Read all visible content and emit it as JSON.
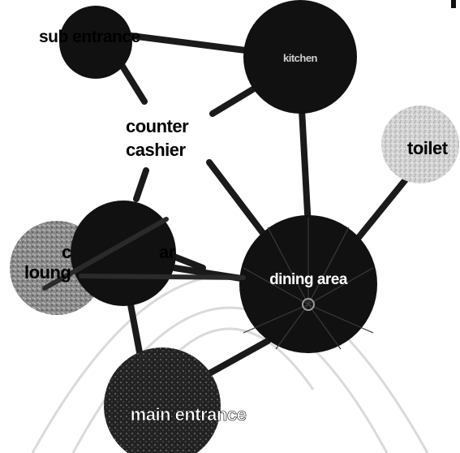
{
  "nodes": {
    "sub_entrance": {
      "label": "sub entrance"
    },
    "kitchen": {
      "label": "kitchen"
    },
    "counter_cashier": {
      "line1": "counter",
      "line2": "cashier"
    },
    "toilet": {
      "label": "toilet"
    },
    "lounge": {
      "line1": "c",
      "line2": "loung"
    },
    "bar": {
      "label": "ar"
    },
    "dining_area": {
      "label": "dining area"
    },
    "main_entrance": {
      "label": "main entrance"
    }
  },
  "colors": {
    "node_dark": "#111111",
    "node_gray": "#8a8a8a",
    "node_light": "#d9d9d9",
    "link": "#1a1a1a",
    "watermark": "#cfcfcf",
    "text_dark": "#000000",
    "text_on_dark": "#ffffff"
  }
}
